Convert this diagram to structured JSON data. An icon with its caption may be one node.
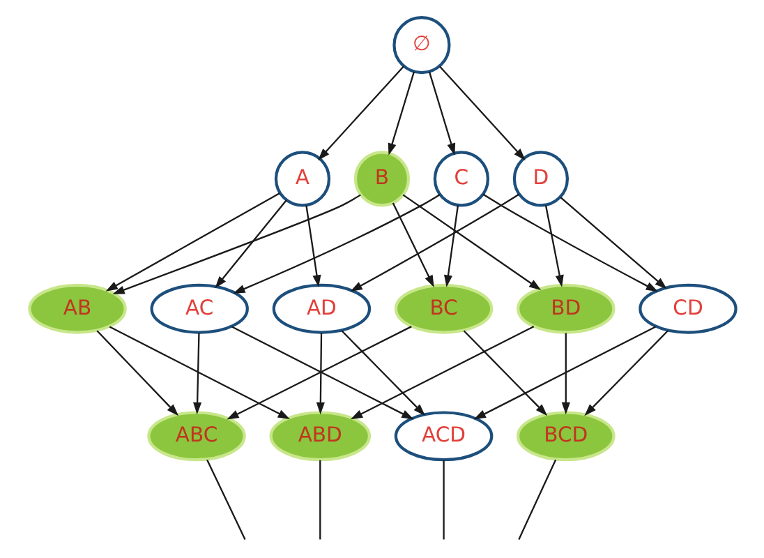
{
  "diagram": {
    "nodes": [
      {
        "text": [
          "∅"
        ]
      },
      {
        "text": [
          "A"
        ]
      },
      {
        "text": [
          "B"
        ]
      },
      {
        "text": [
          "C"
        ]
      },
      {
        "text": [
          "D"
        ]
      },
      {
        "text": [
          "AB"
        ]
      },
      {
        "text": [
          "AC"
        ]
      },
      {
        "text": [
          "AD"
        ]
      },
      {
        "text": [
          "BC"
        ]
      },
      {
        "text": [
          "BD"
        ]
      },
      {
        "text": [
          "CD"
        ]
      },
      {
        "text": [
          "ABC"
        ]
      },
      {
        "text": [
          "ABD"
        ]
      },
      {
        "text": [
          "ACD"
        ]
      },
      {
        "text": [
          "BCD"
        ]
      }
    ],
    "edges": [
      {
        "from": 0,
        "to": 1,
        "arrow": "to"
      },
      {
        "from": 0,
        "to": 2,
        "arrow": "to"
      },
      {
        "from": 0,
        "to": 3,
        "arrow": "to"
      },
      {
        "from": 0,
        "to": 4,
        "arrow": "to"
      },
      {
        "from": 1,
        "to": 5,
        "arrow": "to"
      },
      {
        "from": 1,
        "to": 6,
        "arrow": "to"
      },
      {
        "from": 1,
        "to": 7,
        "arrow": "to"
      },
      {
        "from": 2,
        "to": 5,
        "arrow": "to"
      },
      {
        "from": 2,
        "to": 8,
        "arrow": "to"
      },
      {
        "from": 2,
        "to": 9,
        "arrow": "to"
      },
      {
        "from": 3,
        "to": 6,
        "arrow": "to"
      },
      {
        "from": 3,
        "to": 8,
        "arrow": "to"
      },
      {
        "from": 3,
        "to": 10,
        "arrow": "to"
      },
      {
        "from": 4,
        "to": 7,
        "arrow": "to"
      },
      {
        "from": 4,
        "to": 9,
        "arrow": "to"
      },
      {
        "from": 4,
        "to": 10,
        "arrow": "to"
      },
      {
        "from": 5,
        "to": 11,
        "arrow": "to"
      },
      {
        "from": 5,
        "to": 12,
        "arrow": "to"
      },
      {
        "from": 6,
        "to": 11,
        "arrow": "to"
      },
      {
        "from": 6,
        "to": 13,
        "arrow": "to"
      },
      {
        "from": 7,
        "to": 12,
        "arrow": "to"
      },
      {
        "from": 7,
        "to": 13,
        "arrow": "to"
      },
      {
        "from": 8,
        "to": 11,
        "arrow": "to"
      },
      {
        "from": 8,
        "to": 14,
        "arrow": "to"
      },
      {
        "from": 9,
        "to": 12,
        "arrow": "to"
      },
      {
        "from": 9,
        "to": 14,
        "arrow": "to"
      },
      {
        "from": 10,
        "to": 13,
        "arrow": "to"
      },
      {
        "from": 10,
        "to": 14,
        "arrow": "to"
      },
      {
        "from": 11,
        "to": null,
        "arrow": "none"
      },
      {
        "from": 12,
        "to": null,
        "arrow": "none"
      },
      {
        "from": 13,
        "to": null,
        "arrow": "none"
      },
      {
        "from": 14,
        "to": null,
        "arrow": "none"
      }
    ]
  }
}
